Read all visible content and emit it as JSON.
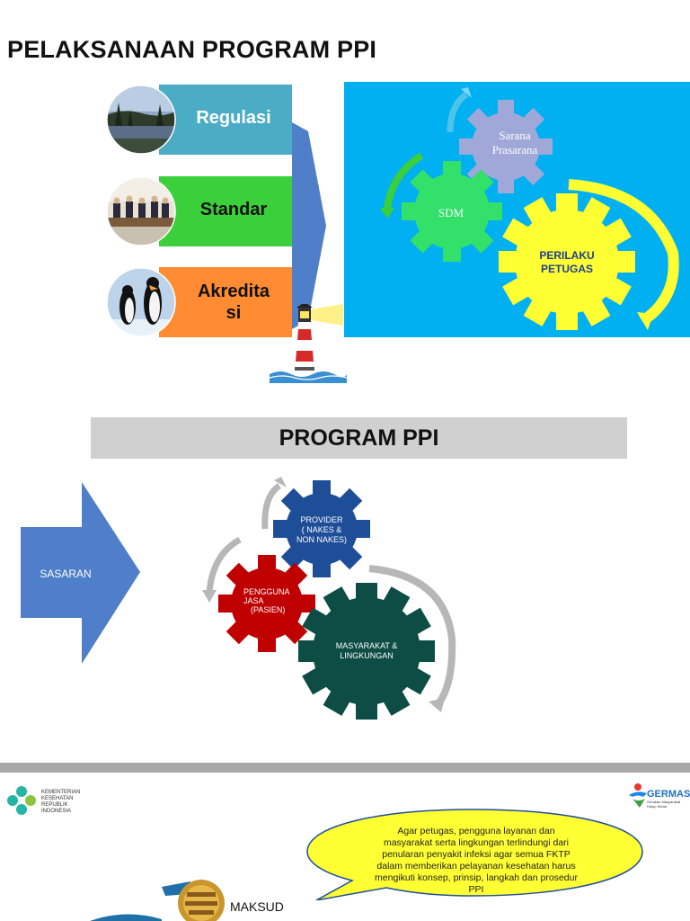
{
  "page_title": "PELAKSANAAN PROGRAM PPI",
  "pillars": [
    {
      "label": "Regulasi"
    },
    {
      "label": "Standar"
    },
    {
      "label": "Akreditasi",
      "line1": "Akredita",
      "line2": "si"
    }
  ],
  "gears_top": {
    "sarana_line1": "Sarana",
    "sarana_line2": "Prasarana",
    "sdm": "SDM",
    "perilaku_line1": "PERILAKU",
    "perilaku_line2": "PETUGAS"
  },
  "program_title": "PROGRAM PPI",
  "sasaran": "SASARAN",
  "gears_bottom": {
    "provider_line1": "PROVIDER",
    "provider_line2": "( NAKES &",
    "provider_line3": "NON NAKES)",
    "pengguna_line1": "PENGGUNA",
    "pengguna_line2": "JASA",
    "pengguna_line3": "(PASIEN)",
    "masyarakat_line1": "MASYARAKAT &",
    "masyarakat_line2": "LINGKUNGAN"
  },
  "footer": {
    "ministry_line1": "KEMENTERIAN",
    "ministry_line2": "KESEHATAN",
    "ministry_line3": "REPUBLIK",
    "ministry_line4": "INDONESIA",
    "germas": "GERMAS",
    "germas_sub1": "Gerakan Masyarakat",
    "germas_sub2": "Hidup Sehat",
    "bubble_lines": [
      "Agar petugas, pengguna layanan dan",
      "masyarakat serta lingkungan terlindungi dari",
      "penularan penyakit infeksi agar semua FKTP",
      "dalam memberikan pelayanan kesehatan harus",
      "mengikuti konsep, prinsip, langkah dan prosedur",
      "PPI"
    ],
    "maksud": "MAKSUD"
  },
  "colors": {
    "teal": "#4aacc5",
    "green": "#3ccf3c",
    "orange": "#ff8c33",
    "sky": "#00b0f0",
    "arrow_blue": "#4f7fc8",
    "gear_navy": "#1f4e99",
    "gear_red": "#c00000",
    "gear_dark": "#0d4d45",
    "gear_yellow": "#ffff33",
    "gear_green": "#33e06a",
    "gear_lav": "#9fa8d8"
  }
}
